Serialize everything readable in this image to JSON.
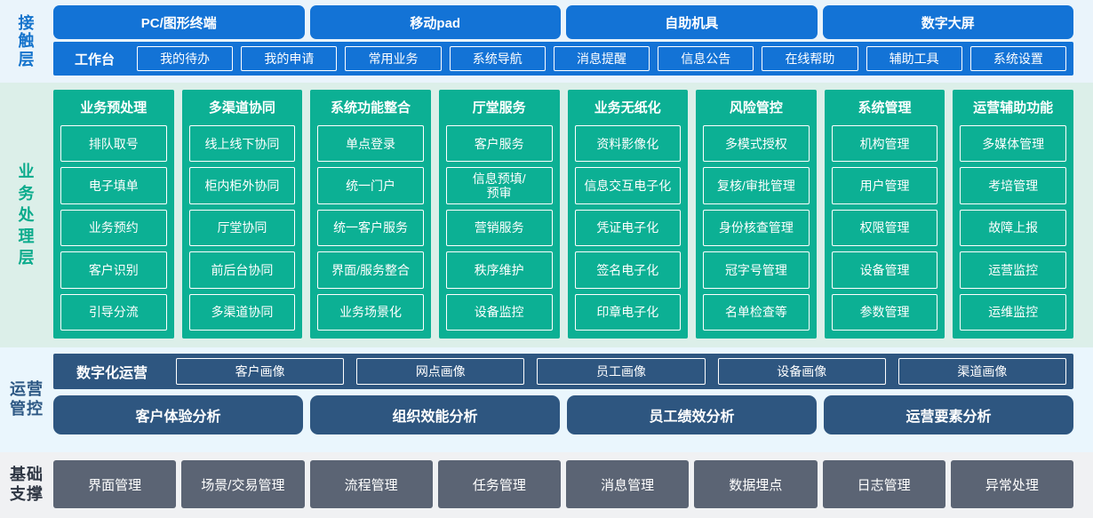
{
  "layers": {
    "contact": {
      "label": "接触层",
      "terminals": [
        "PC/图形终端",
        "移动pad",
        "自助机具",
        "数字大屏"
      ],
      "workbench_title": "工作台",
      "workbench_items": [
        "我的待办",
        "我的申请",
        "常用业务",
        "系统导航",
        "消息提醒",
        "信息公告",
        "在线帮助",
        "辅助工具",
        "系统设置"
      ]
    },
    "business": {
      "label": "业务处理层",
      "columns": [
        {
          "title": "业务预处理",
          "items": [
            "排队取号",
            "电子填单",
            "业务预约",
            "客户识别",
            "引导分流"
          ]
        },
        {
          "title": "多渠道协同",
          "items": [
            "线上线下协同",
            "柜内柜外协同",
            "厅堂协同",
            "前后台协同",
            "多渠道协同"
          ]
        },
        {
          "title": "系统功能整合",
          "items": [
            "单点登录",
            "统一门户",
            "统一客户服务",
            "界面/服务整合",
            "业务场景化"
          ]
        },
        {
          "title": "厅堂服务",
          "items": [
            "客户服务",
            "信息预填/\n预审",
            "营销服务",
            "秩序维护",
            "设备监控"
          ]
        },
        {
          "title": "业务无纸化",
          "items": [
            "资料影像化",
            "信息交互电子化",
            "凭证电子化",
            "签名电子化",
            "印章电子化"
          ]
        },
        {
          "title": "风险管控",
          "items": [
            "多模式授权",
            "复核/审批管理",
            "身份核查管理",
            "冠字号管理",
            "名单检查等"
          ]
        },
        {
          "title": "系统管理",
          "items": [
            "机构管理",
            "用户管理",
            "权限管理",
            "设备管理",
            "参数管理"
          ]
        },
        {
          "title": "运营辅助功能",
          "items": [
            "多媒体管理",
            "考培管理",
            "故障上报",
            "运营监控",
            "运维监控"
          ]
        }
      ]
    },
    "operations": {
      "label": "运营管控",
      "digital_title": "数字化运营",
      "portraits": [
        "客户画像",
        "网点画像",
        "员工画像",
        "设备画像",
        "渠道画像"
      ],
      "analyses": [
        "客户体验分析",
        "组织效能分析",
        "员工绩效分析",
        "运营要素分析"
      ]
    },
    "foundation": {
      "label": "基础支撑",
      "items": [
        "界面管理",
        "场景/交易管理",
        "流程管理",
        "任务管理",
        "消息管理",
        "数据埋点",
        "日志管理",
        "异常处理"
      ]
    }
  },
  "colors": {
    "contact_accent": "#1373d6",
    "contact_bg": "#eaf4fb",
    "business_accent": "#0cb094",
    "business_bg": "#dcefe9",
    "operations_accent": "#2e5680",
    "operations_bg": "#eaf6fd",
    "foundation_accent": "#5b6474",
    "foundation_bg": "#f0f1f3"
  }
}
